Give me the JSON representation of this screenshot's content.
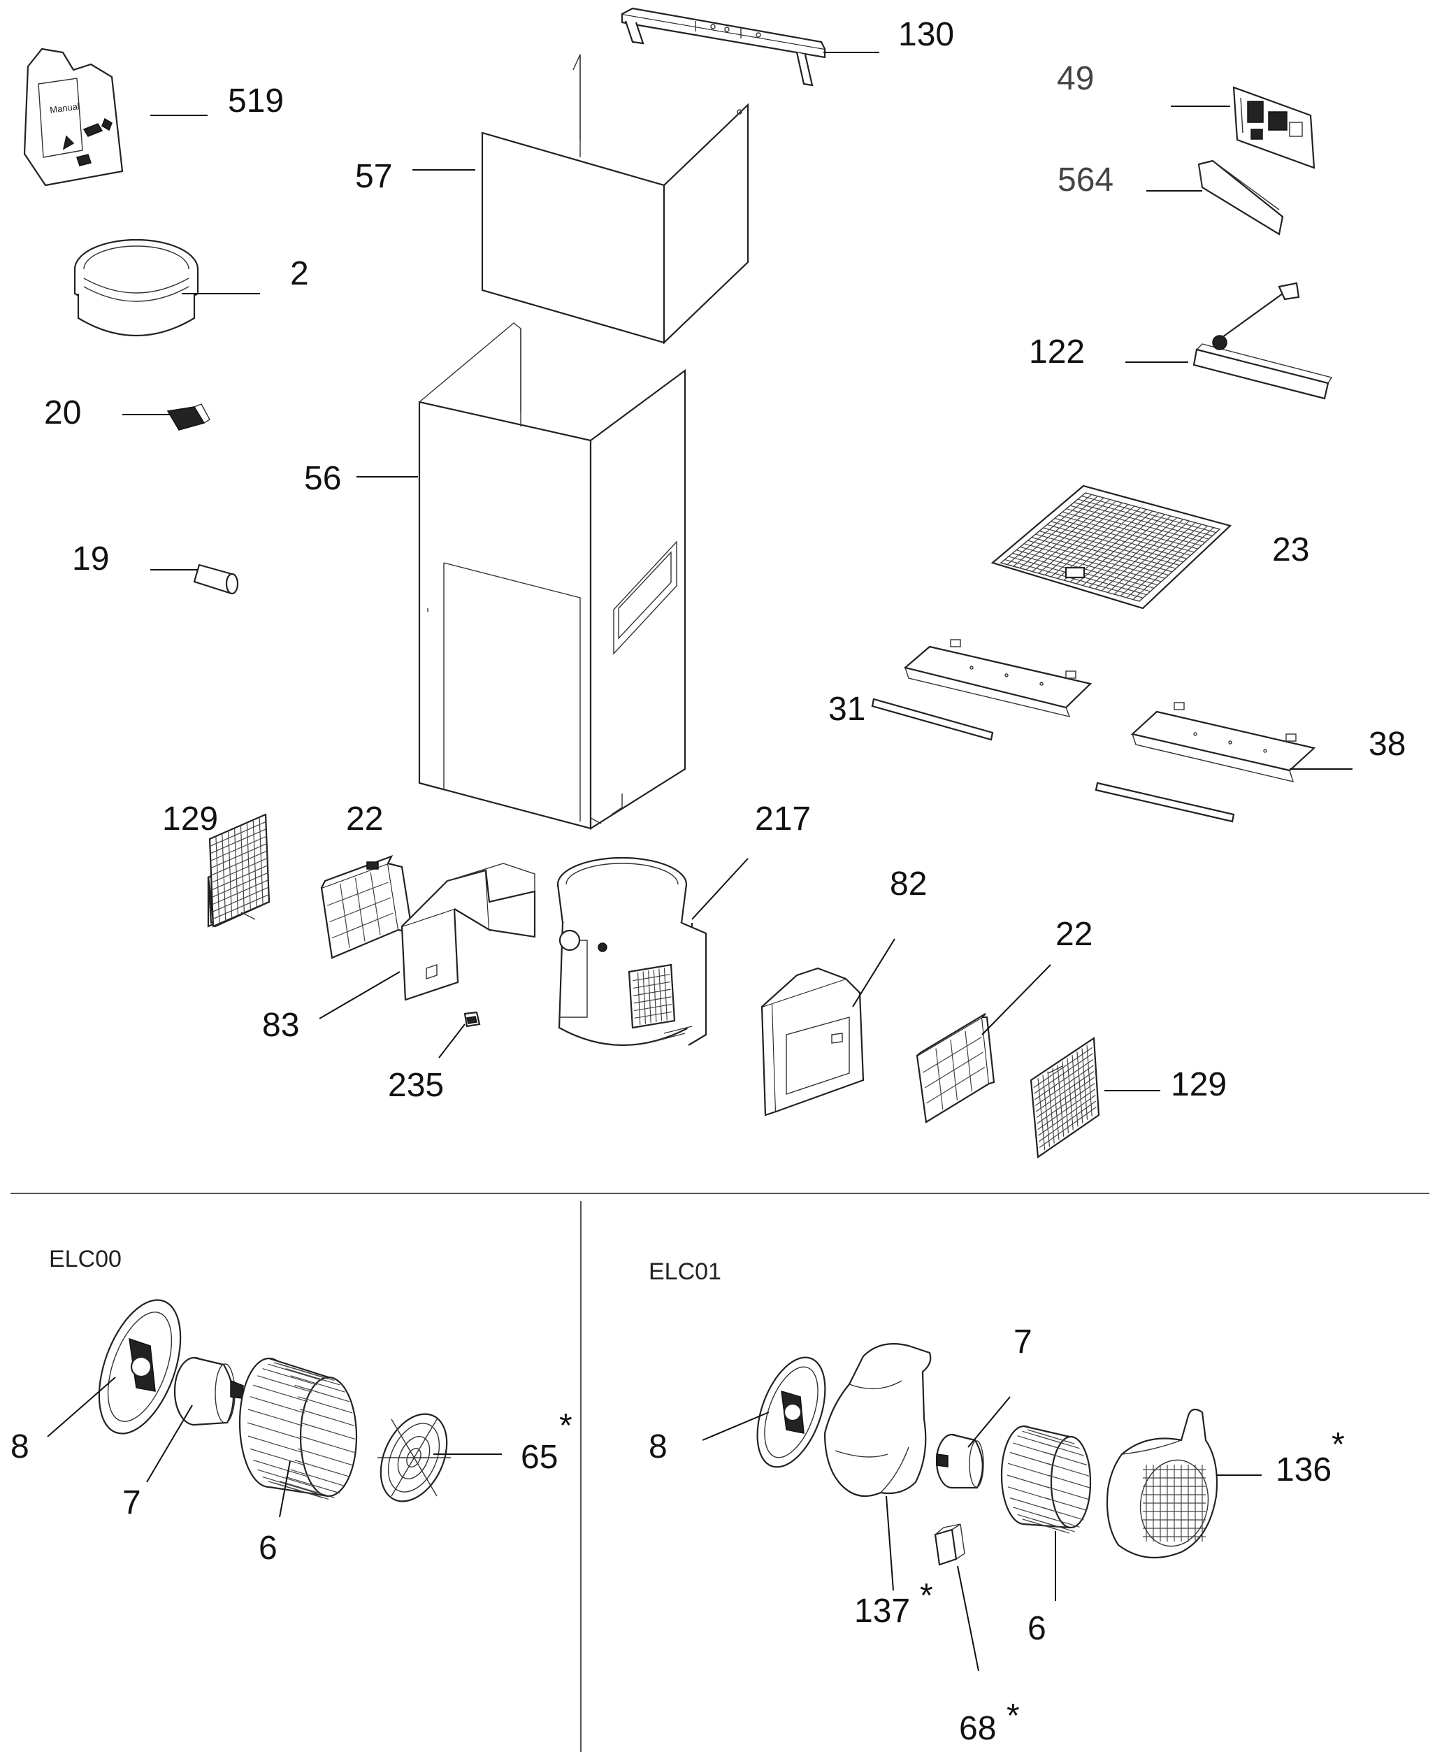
{
  "sections": {
    "left": "ELC00",
    "right": "ELC01"
  },
  "callouts": {
    "p130": "130",
    "p519": "519",
    "p57": "57",
    "p49": "49",
    "p564": "564",
    "p2": "2",
    "p122": "122",
    "p20": "20",
    "p56": "56",
    "p19": "19",
    "p23": "23",
    "p31": "31",
    "p38": "38",
    "p129a": "129",
    "p22a": "22",
    "p217": "217",
    "p82": "82",
    "p22b": "22",
    "p83": "83",
    "p235": "235",
    "p129b": "129",
    "e0_p8": "8",
    "e0_p7": "7",
    "e0_p6": "6",
    "e0_p65": "65",
    "e1_p7": "7",
    "e1_p8": "8",
    "e1_p136": "136",
    "e1_p137": "137",
    "e1_p6": "6",
    "e1_p68": "68",
    "star": "*"
  },
  "bag_text": "Manual"
}
